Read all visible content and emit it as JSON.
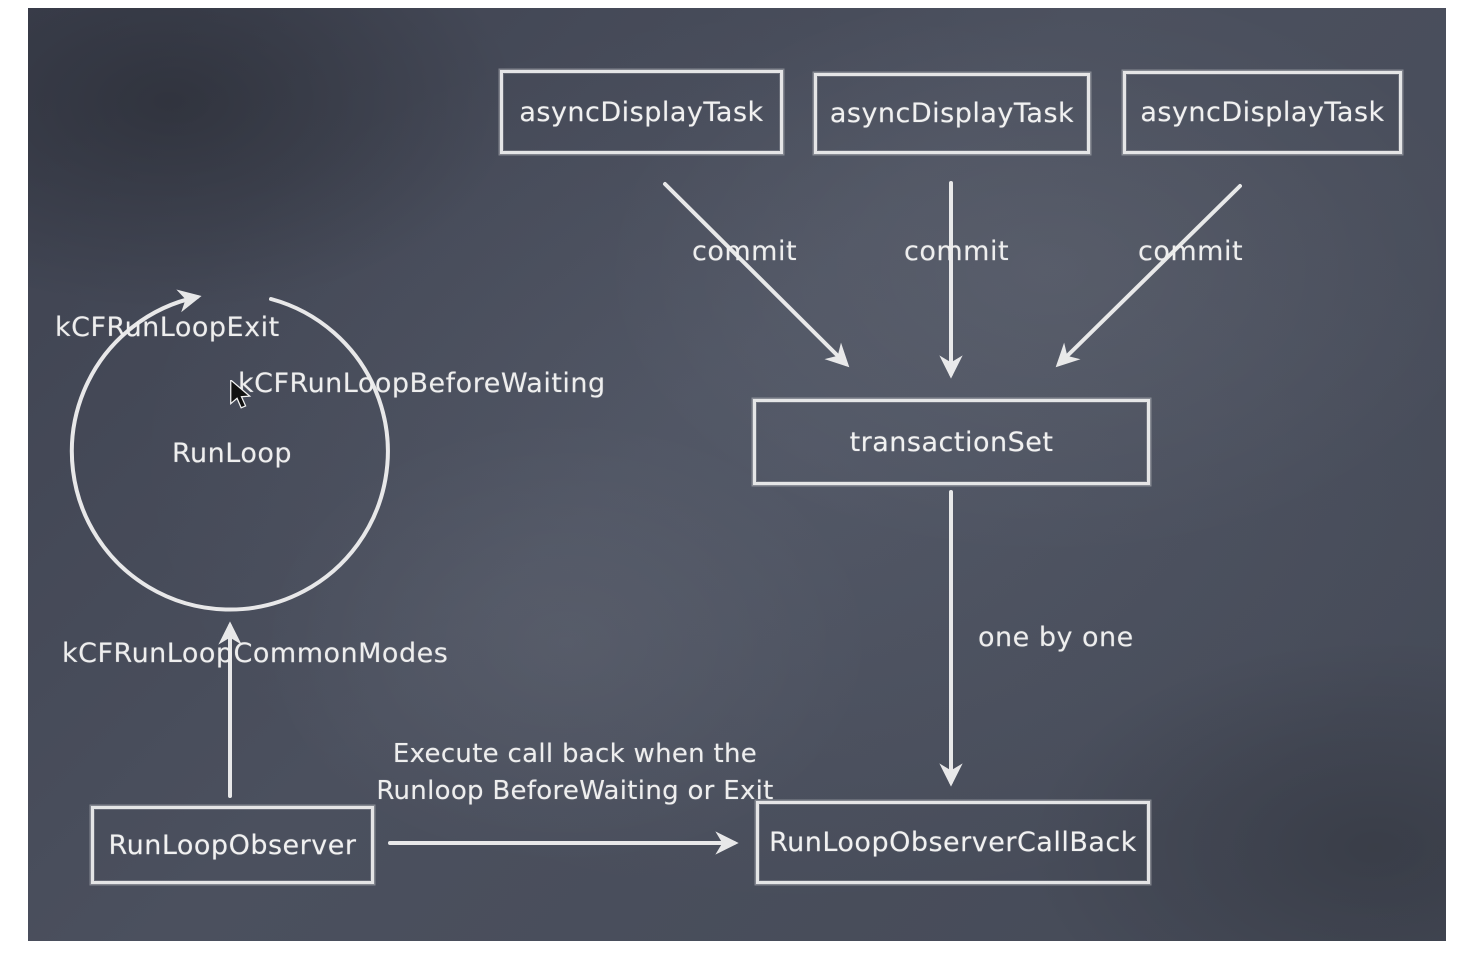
{
  "diagram": {
    "nodes": {
      "async_task_1": "asyncDisplayTask",
      "async_task_2": "asyncDisplayTask",
      "async_task_3": "asyncDisplayTask",
      "transaction_set": "transactionSet",
      "runloop": "RunLoop",
      "runloop_observer": "RunLoopObserver",
      "runloop_observer_callback": "RunLoopObserverCallBack"
    },
    "edge_labels": {
      "commit_1": "commit",
      "commit_2": "commit",
      "commit_3": "commit",
      "one_by_one": "one by one",
      "execute_note_line1": "Execute call back when the",
      "execute_note_line2": "Runloop BeforeWaiting or Exit"
    },
    "annotations": {
      "kcf_runloop_exit": "kCFRunLoopExit",
      "kcf_runloop_before_waiting": "kCFRunLoopBeforeWaiting",
      "kcf_runloop_common_modes": "kCFRunLoopCommonModes"
    },
    "colors": {
      "chalkboard": "#454a57",
      "chalk": "#f1f1f1"
    }
  }
}
